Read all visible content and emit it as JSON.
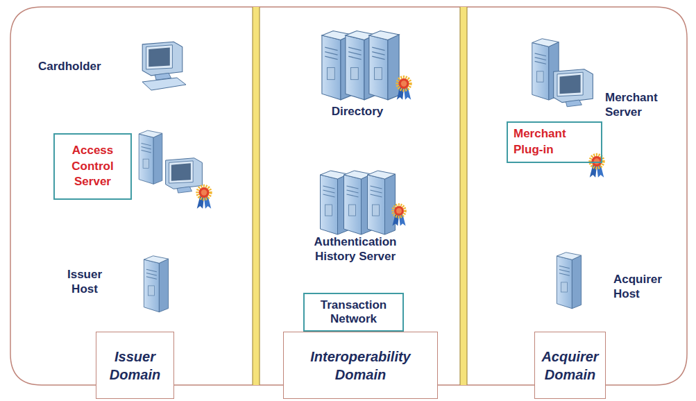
{
  "diagram": {
    "nodes": [
      {
        "text": [
          "Access Control Server"
        ]
      },
      {
        "text": [
          "Transaction Network"
        ]
      },
      {
        "text": [
          "Merchant Plug-in"
        ]
      },
      {
        "text": [
          "Issuer Domain"
        ]
      },
      {
        "text": [
          "Interoperability Domain"
        ]
      },
      {
        "text": [
          "Acquirer Domain"
        ]
      }
    ],
    "labels": [
      "Cardholder",
      "Issuer Host",
      "Directory",
      "Authentication History Server",
      "Merchant Server",
      "Acquirer Host"
    ]
  }
}
